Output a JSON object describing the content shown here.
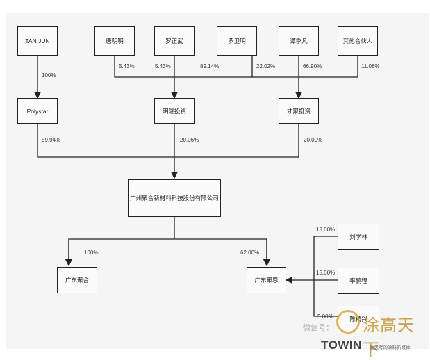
{
  "nodes": {
    "tan_jun": "TAN JUN",
    "tang_mingming": "唐明明",
    "luo_zhengwu": "罗正武",
    "luo_weiming": "罗卫明",
    "tan_jifan": "谭季凡",
    "other_partners": "其他合伙人",
    "polystar": "Polystar",
    "minglong": "明隆投资",
    "caiju": "才聚投资",
    "guangzhou_juhe": "广州聚合新材料科技股份有限公司",
    "guangdong_juhe": "广东聚合",
    "guangdong_juen": "广东聚恩",
    "liu_xuelin": "刘学林",
    "li_pengcheng": "李鹏程",
    "third_holder": "陈精兴"
  },
  "percentages": {
    "tan_to_polystar": "100%",
    "tang_to_minglong": "5.43%",
    "zhengwu_to_minglong": "5.43%",
    "weiming_to_minglong": "89.14%",
    "weiming_to_caiju": "22.02%",
    "tanjifan_to_caiju": "66.90%",
    "other_to_caiju": "11.08%",
    "polystar_to_gz": "59.94%",
    "minglong_to_gz": "20.06%",
    "caiju_to_gz": "20.00%",
    "gz_to_gdjuhe": "100%",
    "gz_to_gdjuen": "62.00%",
    "liu_to_gdjuen": "18.00%",
    "li_to_gdjuen": "15.00%",
    "third_to_gdjuen": "5.00%"
  },
  "watermark": {
    "wechat": "微信号：",
    "brand": "涂高天下",
    "towin": "TOWIN",
    "slogan": "会思考的涂料新媒体"
  }
}
